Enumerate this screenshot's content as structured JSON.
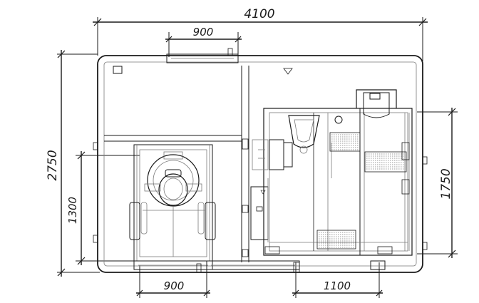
{
  "dimensions": {
    "overall_width": "4100",
    "overall_depth": "2750",
    "door_top": "900",
    "door_bottom_left": "900",
    "door_bottom_right": "1100",
    "left_inner_height": "1300",
    "right_inner_height": "1750"
  },
  "colors": {
    "line": "#1a1a1a",
    "detail": "#7a7a7a"
  }
}
